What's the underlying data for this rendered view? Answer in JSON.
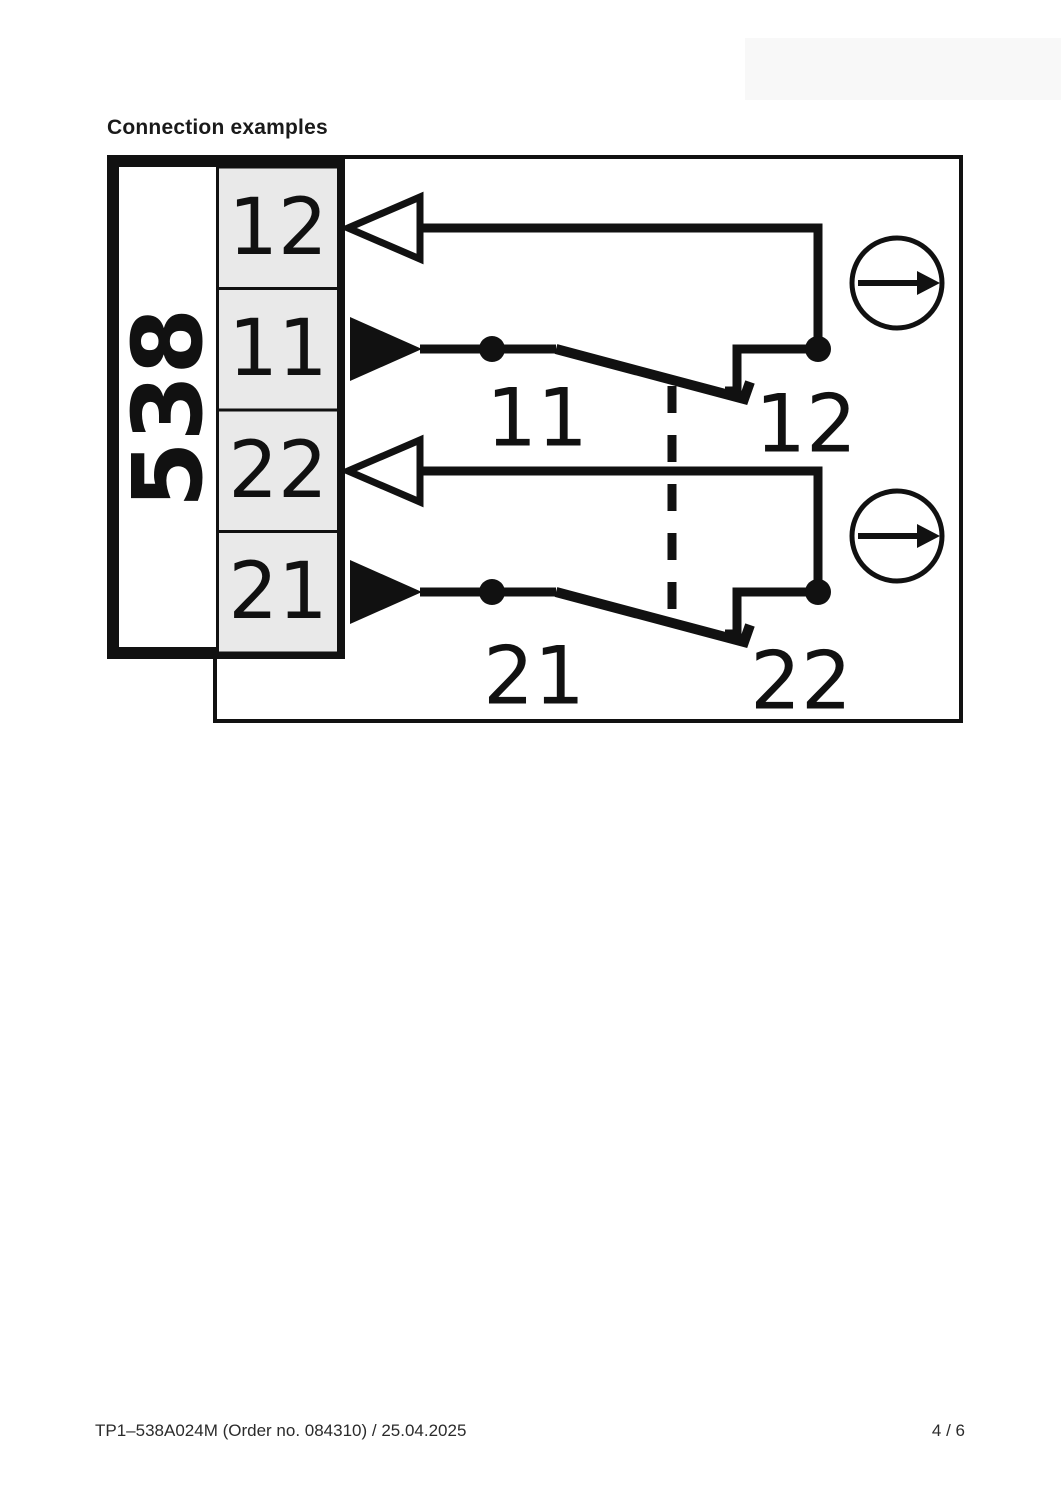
{
  "page": {
    "title": "Connection examples",
    "footer": {
      "left": "TP1–538A024M (Order no. 084310) / 25.04.2025",
      "right": "4 / 6"
    }
  },
  "diagram": {
    "device_label": "538",
    "terminals": [
      "12",
      "11",
      "22",
      "21"
    ],
    "contacts": {
      "top": {
        "moving": "11",
        "fixed": "12"
      },
      "bottom": {
        "moving": "21",
        "fixed": "22"
      }
    },
    "colors": {
      "line": "#111111",
      "cell_fill": "#e9e9e9"
    }
  }
}
